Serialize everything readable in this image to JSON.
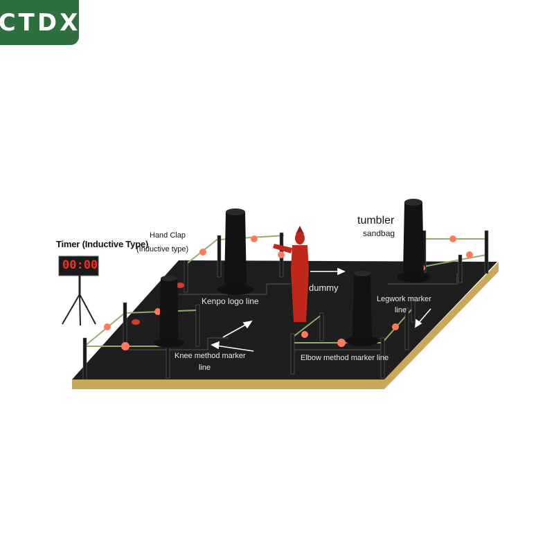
{
  "brand": {
    "logo_text": "CTDX",
    "logo_color": "#2f6f3f"
  },
  "labels": {
    "timer": "Timer (Inductive Type)",
    "hand_clap_1": "Hand Clap",
    "hand_clap_2": "(Inductive type)",
    "tumbler_1": "tumbler",
    "tumbler_2": "sandbag",
    "kenpo": "Kenpo logo line",
    "dummy": "dummy",
    "legwork_1": "Legwork marker",
    "legwork_2": "line",
    "knee_1": "Knee method marker",
    "knee_2": "line",
    "elbow": "Elbow method marker line"
  },
  "timer_display": "00:00",
  "colors": {
    "mat": "#1e1e1e",
    "mat_edge": "#c9a85a",
    "rope": "#8fae6a",
    "sensor": "#ff7a5c",
    "dummy": "#c0281c",
    "timer_digits": "#ff2a1a"
  }
}
